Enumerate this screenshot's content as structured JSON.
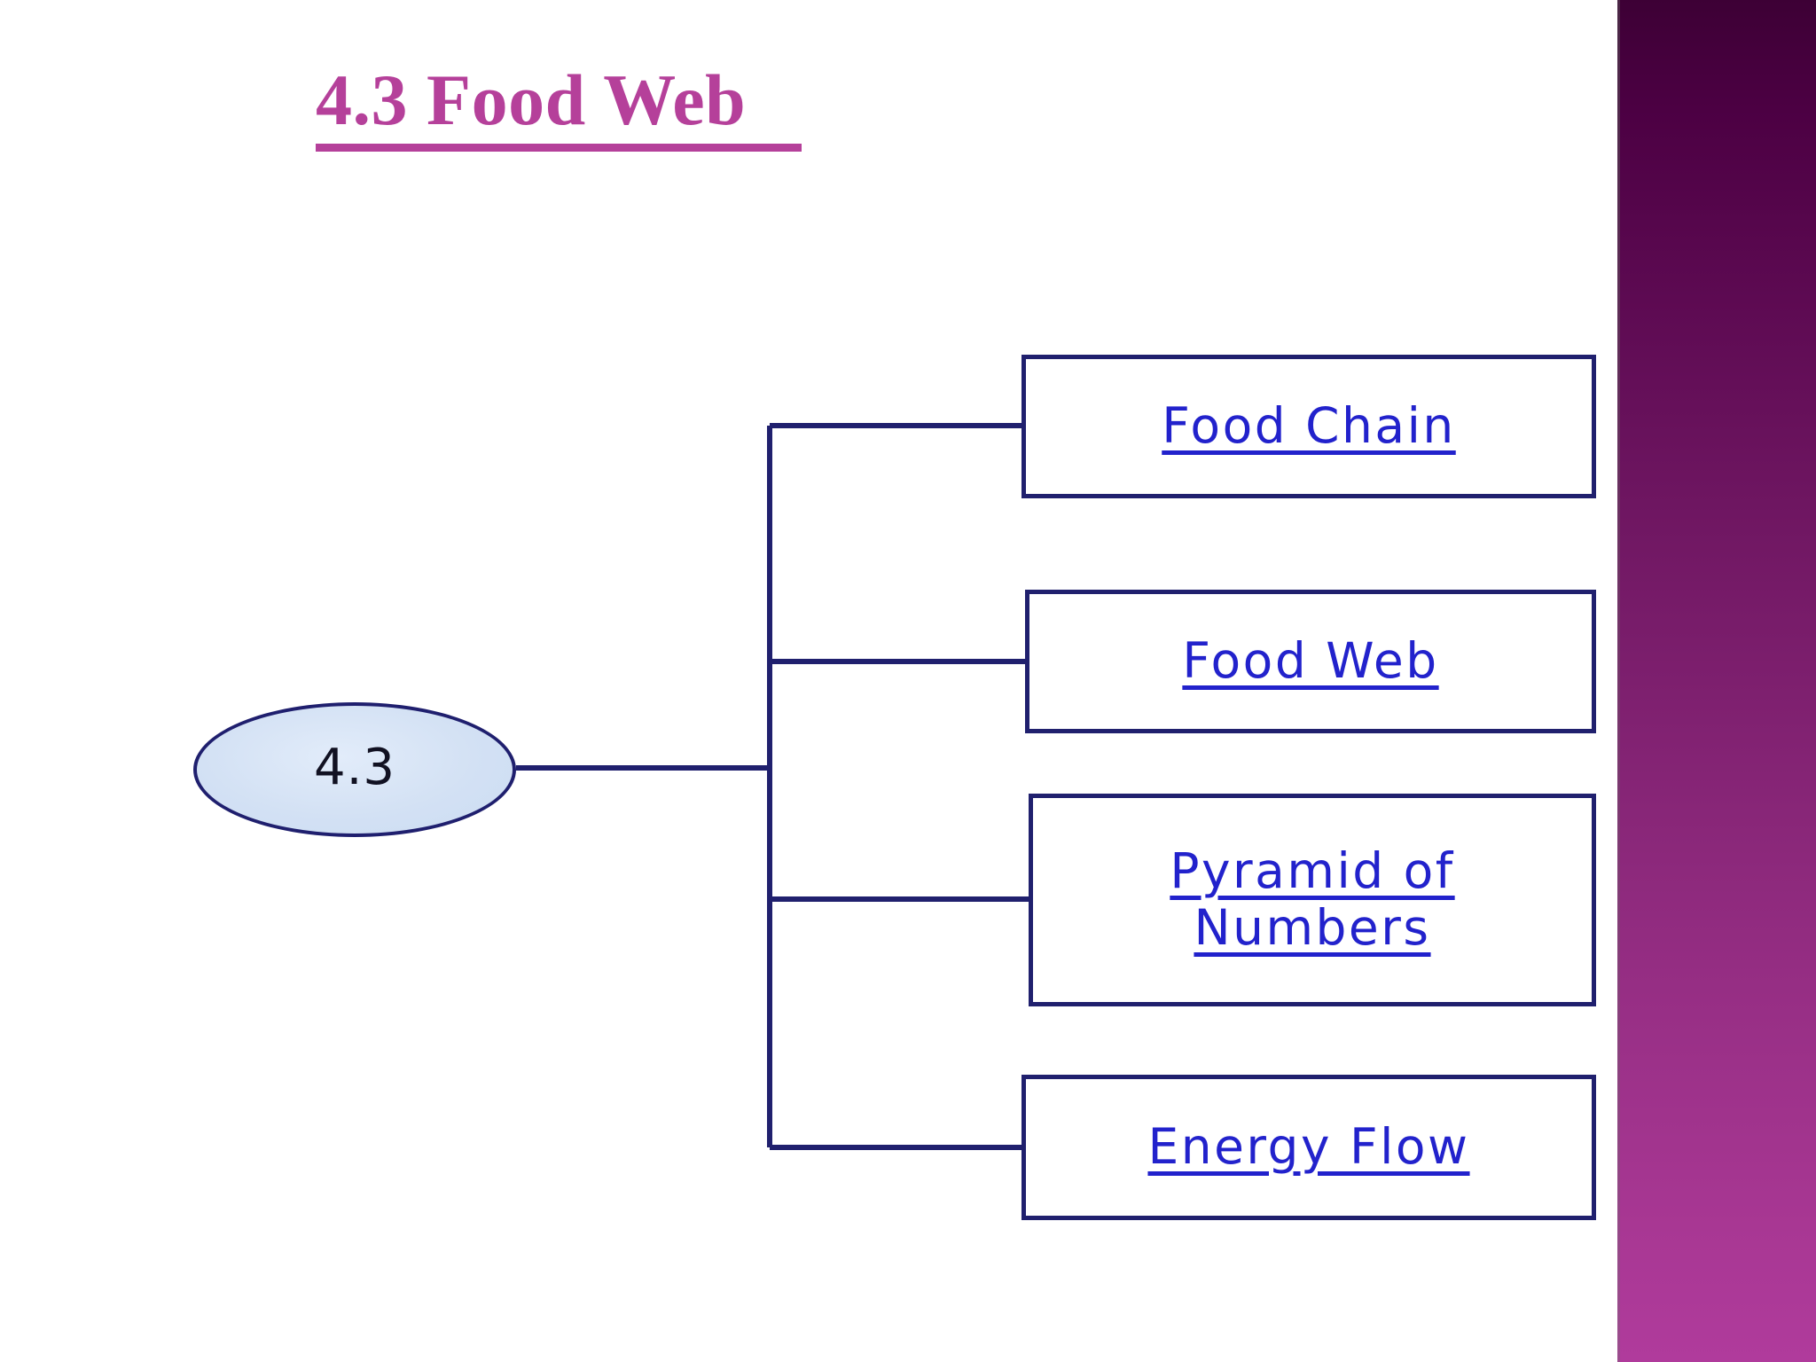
{
  "slide": {
    "title": "4.3 Food Web",
    "background_color": "#ffffff",
    "accent_color": "#b5409a",
    "sidebar": {
      "name": "decorative-purple-band",
      "gradient_top_color": "#3d0035",
      "gradient_bottom_color": "#b03b9c"
    }
  },
  "diagram": {
    "type": "tree",
    "line_color": "#20206e",
    "root": {
      "label": "4.3",
      "shape": "ellipse",
      "fill_color": "#d3e1f4",
      "border_color": "#1f1f6e",
      "text_color": "#111122"
    },
    "branches": [
      {
        "label": "Food Chain",
        "shape": "rectangle",
        "text_color": "#2222cc",
        "underlined": true,
        "is_hyperlink": true
      },
      {
        "label": "Food Web",
        "shape": "rectangle",
        "text_color": "#2222cc",
        "underlined": true,
        "is_hyperlink": true
      },
      {
        "label": "Pyramid of\nNumbers",
        "shape": "rectangle",
        "text_color": "#2222cc",
        "underlined": true,
        "is_hyperlink": true
      },
      {
        "label": "Energy Flow",
        "shape": "rectangle",
        "text_color": "#2222cc",
        "underlined": true,
        "is_hyperlink": true
      }
    ]
  }
}
